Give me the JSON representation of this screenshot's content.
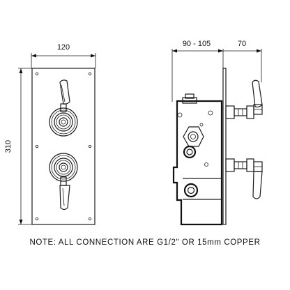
{
  "front_view": {
    "width_label": "120",
    "height_label": "310"
  },
  "side_view": {
    "depth_label": "90 - 105",
    "handle_label": "70"
  },
  "note": "NOTE: ALL CONNECTION ARE G1/2\" OR 15mm COPPER"
}
